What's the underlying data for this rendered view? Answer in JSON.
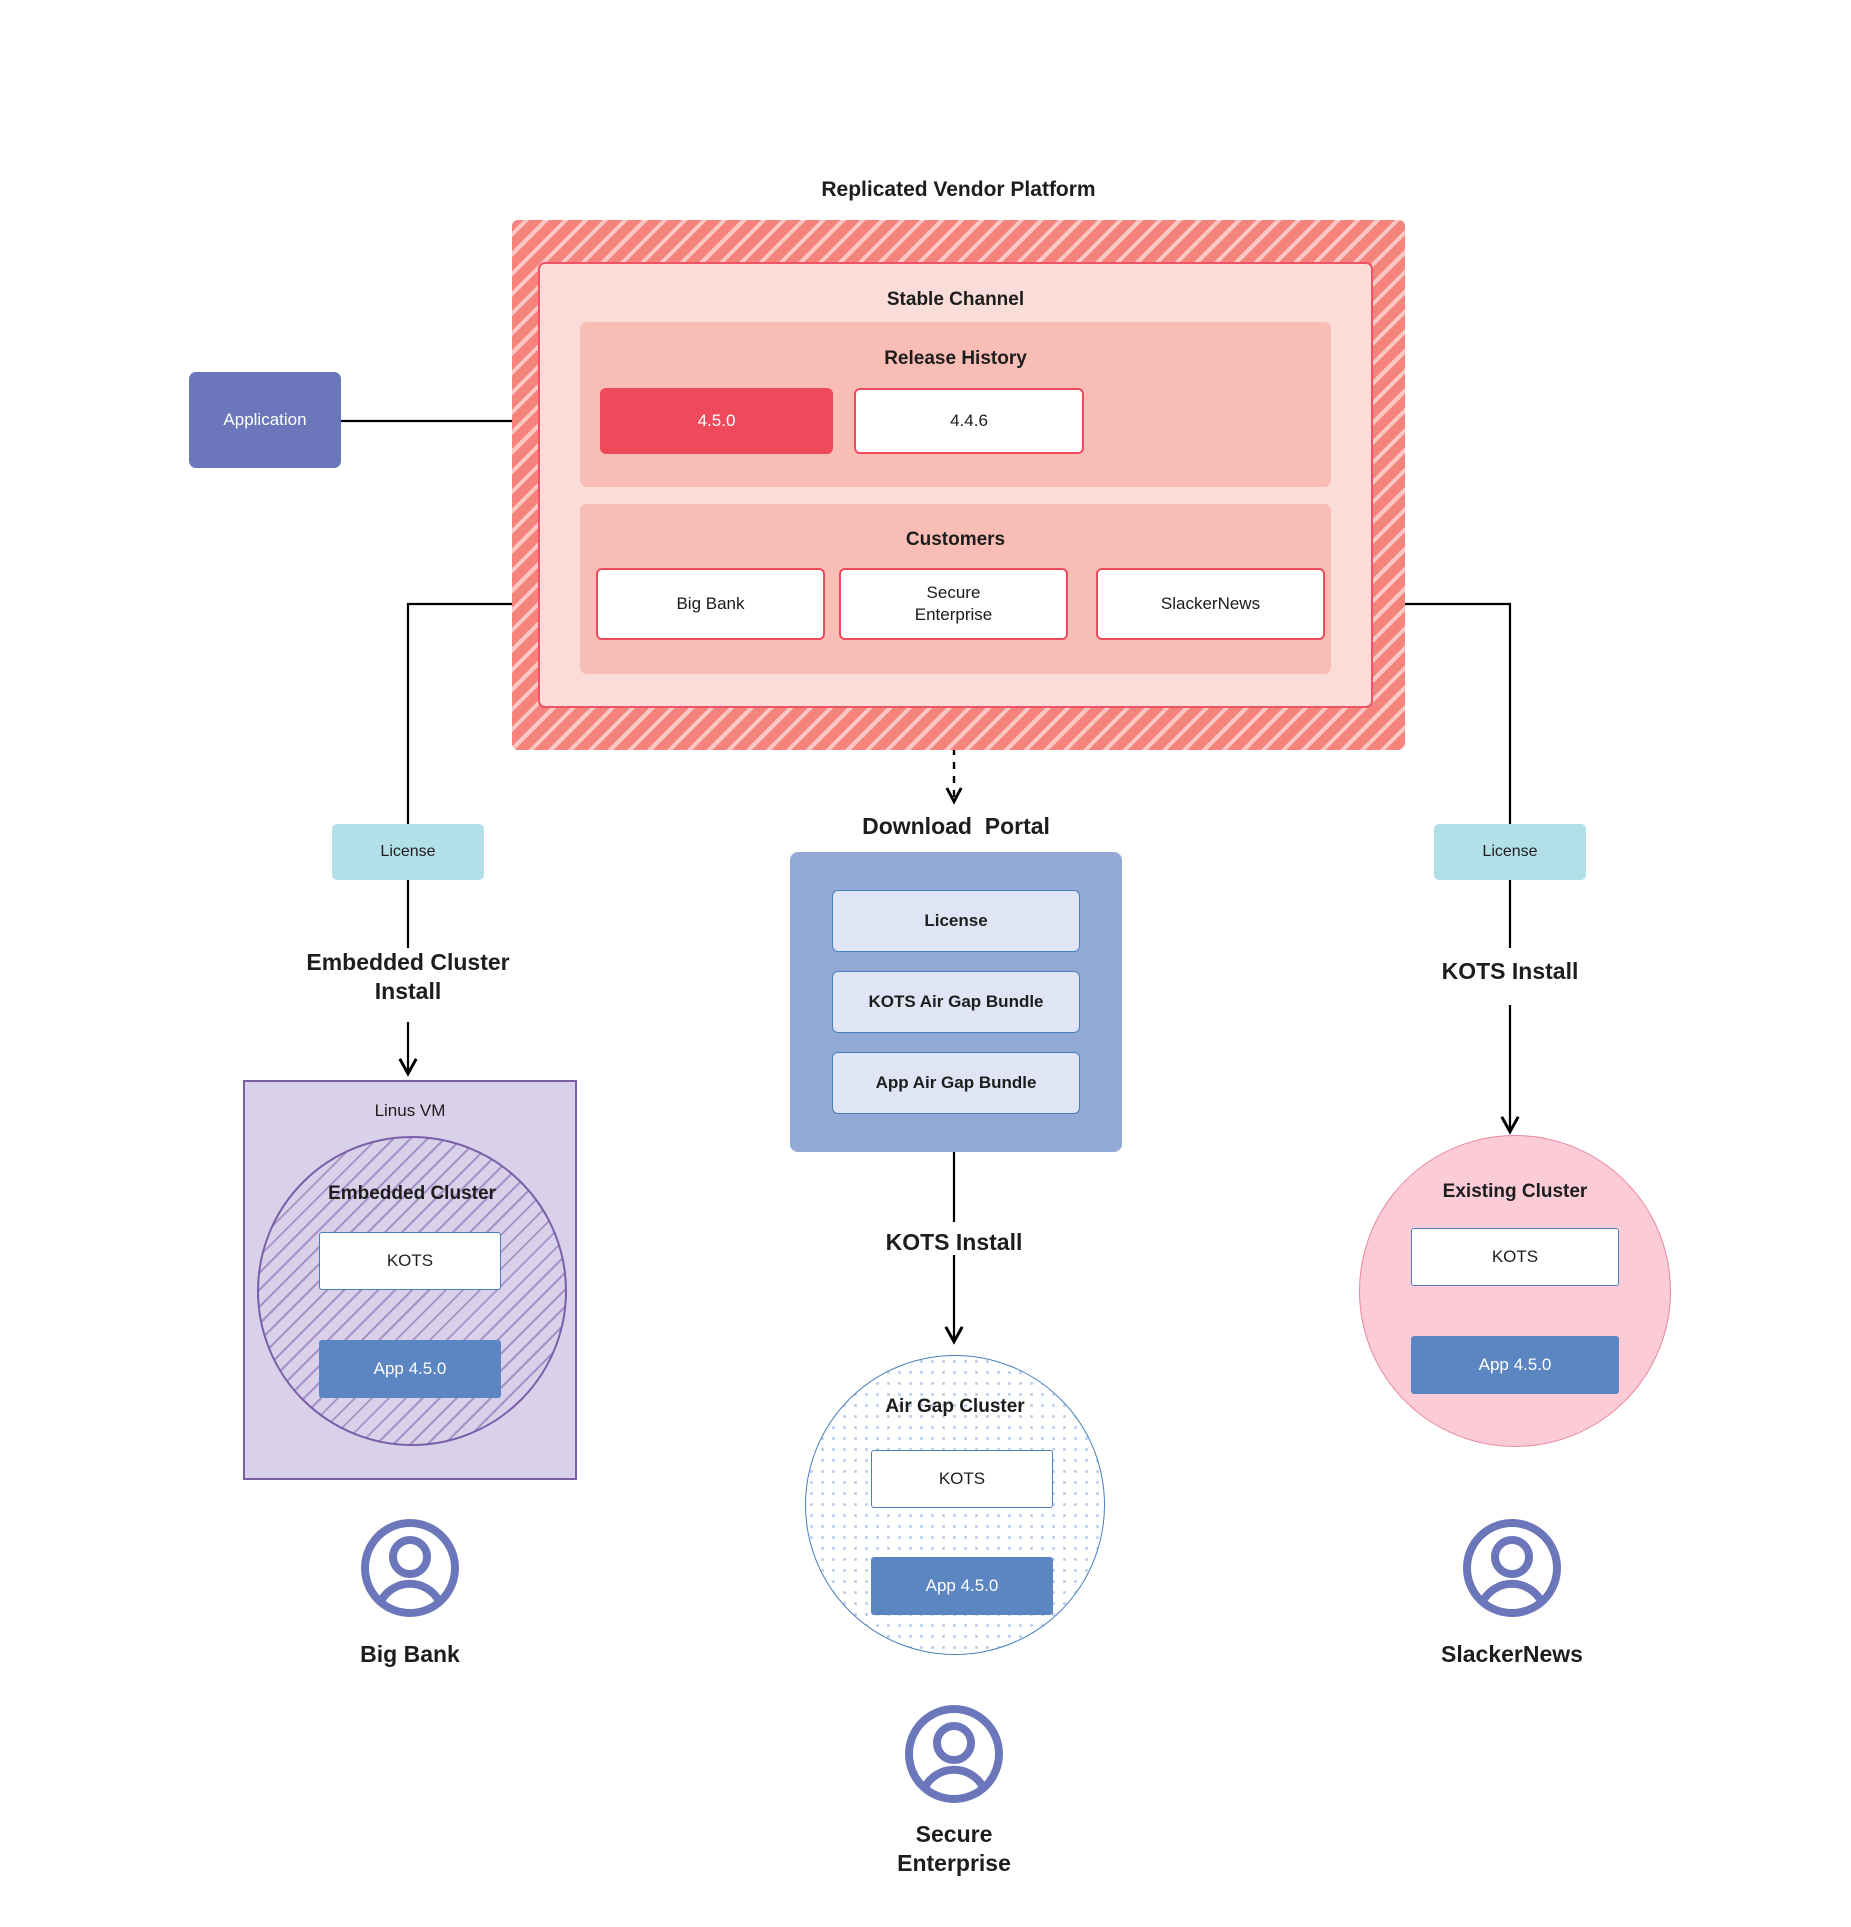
{
  "diagram": {
    "title": "Replicated Vendor Platform",
    "platform": {
      "label": "Replicated Vendor Platform",
      "channel_label": "Stable Channel",
      "release_history_label": "Release History",
      "customers_label": "Customers",
      "releases": [
        {
          "version": "4.5.0",
          "state": "active"
        },
        {
          "version": "4.4.6",
          "state": "inactive"
        }
      ],
      "customers": [
        {
          "name": "Big Bank"
        },
        {
          "name": "Secure\nEnterprise"
        },
        {
          "name": "SlackerNews"
        }
      ]
    },
    "application": {
      "label": "Application"
    },
    "license_left": {
      "label": "License"
    },
    "license_right": {
      "label": "License"
    },
    "install_labels": {
      "left": "Embedded Cluster\nInstall",
      "center": "KOTS Install",
      "right": "KOTS Install"
    },
    "download_portal": {
      "title": "Download  Portal",
      "items": [
        {
          "label": "License"
        },
        {
          "label": "KOTS Air Gap Bundle"
        },
        {
          "label": "App Air Gap Bundle"
        }
      ]
    },
    "left_target": {
      "vm_label": "Linus VM",
      "cluster_label": "Embedded Cluster",
      "kots_label": "KOTS",
      "app_label": "App 4.5.0",
      "customer_name": "Big Bank"
    },
    "center_target": {
      "cluster_label": "Air Gap Cluster",
      "kots_label": "KOTS",
      "app_label": "App 4.5.0",
      "customer_name": "Secure\nEnterprise"
    },
    "right_target": {
      "cluster_label": "Existing Cluster",
      "kots_label": "KOTS",
      "app_label": "App 4.5.0",
      "customer_name": "SlackerNews"
    },
    "colors": {
      "platform_hatch": "#f4837c",
      "channel_fill": "#fadcd8",
      "section_fill": "#f8bdb4",
      "release_active": "#ee4a5c",
      "release_border": "#ee4a5c",
      "application_fill": "#6b77ba",
      "license_fill": "#b3dfe8",
      "portal_fill": "#93aad6",
      "portal_item_fill": "#dfe5f4",
      "portal_item_border": "#4a7fbd",
      "vm_fill": "#d9d0ea",
      "vm_border": "#7a5fa8",
      "airgap_border": "#4a7fbd",
      "existing_fill": "#fbccd8",
      "existing_border": "#e8889f",
      "app_version_fill": "#5b86c2",
      "avatar_stroke": "#6b77ba",
      "connector": "#000000"
    }
  }
}
